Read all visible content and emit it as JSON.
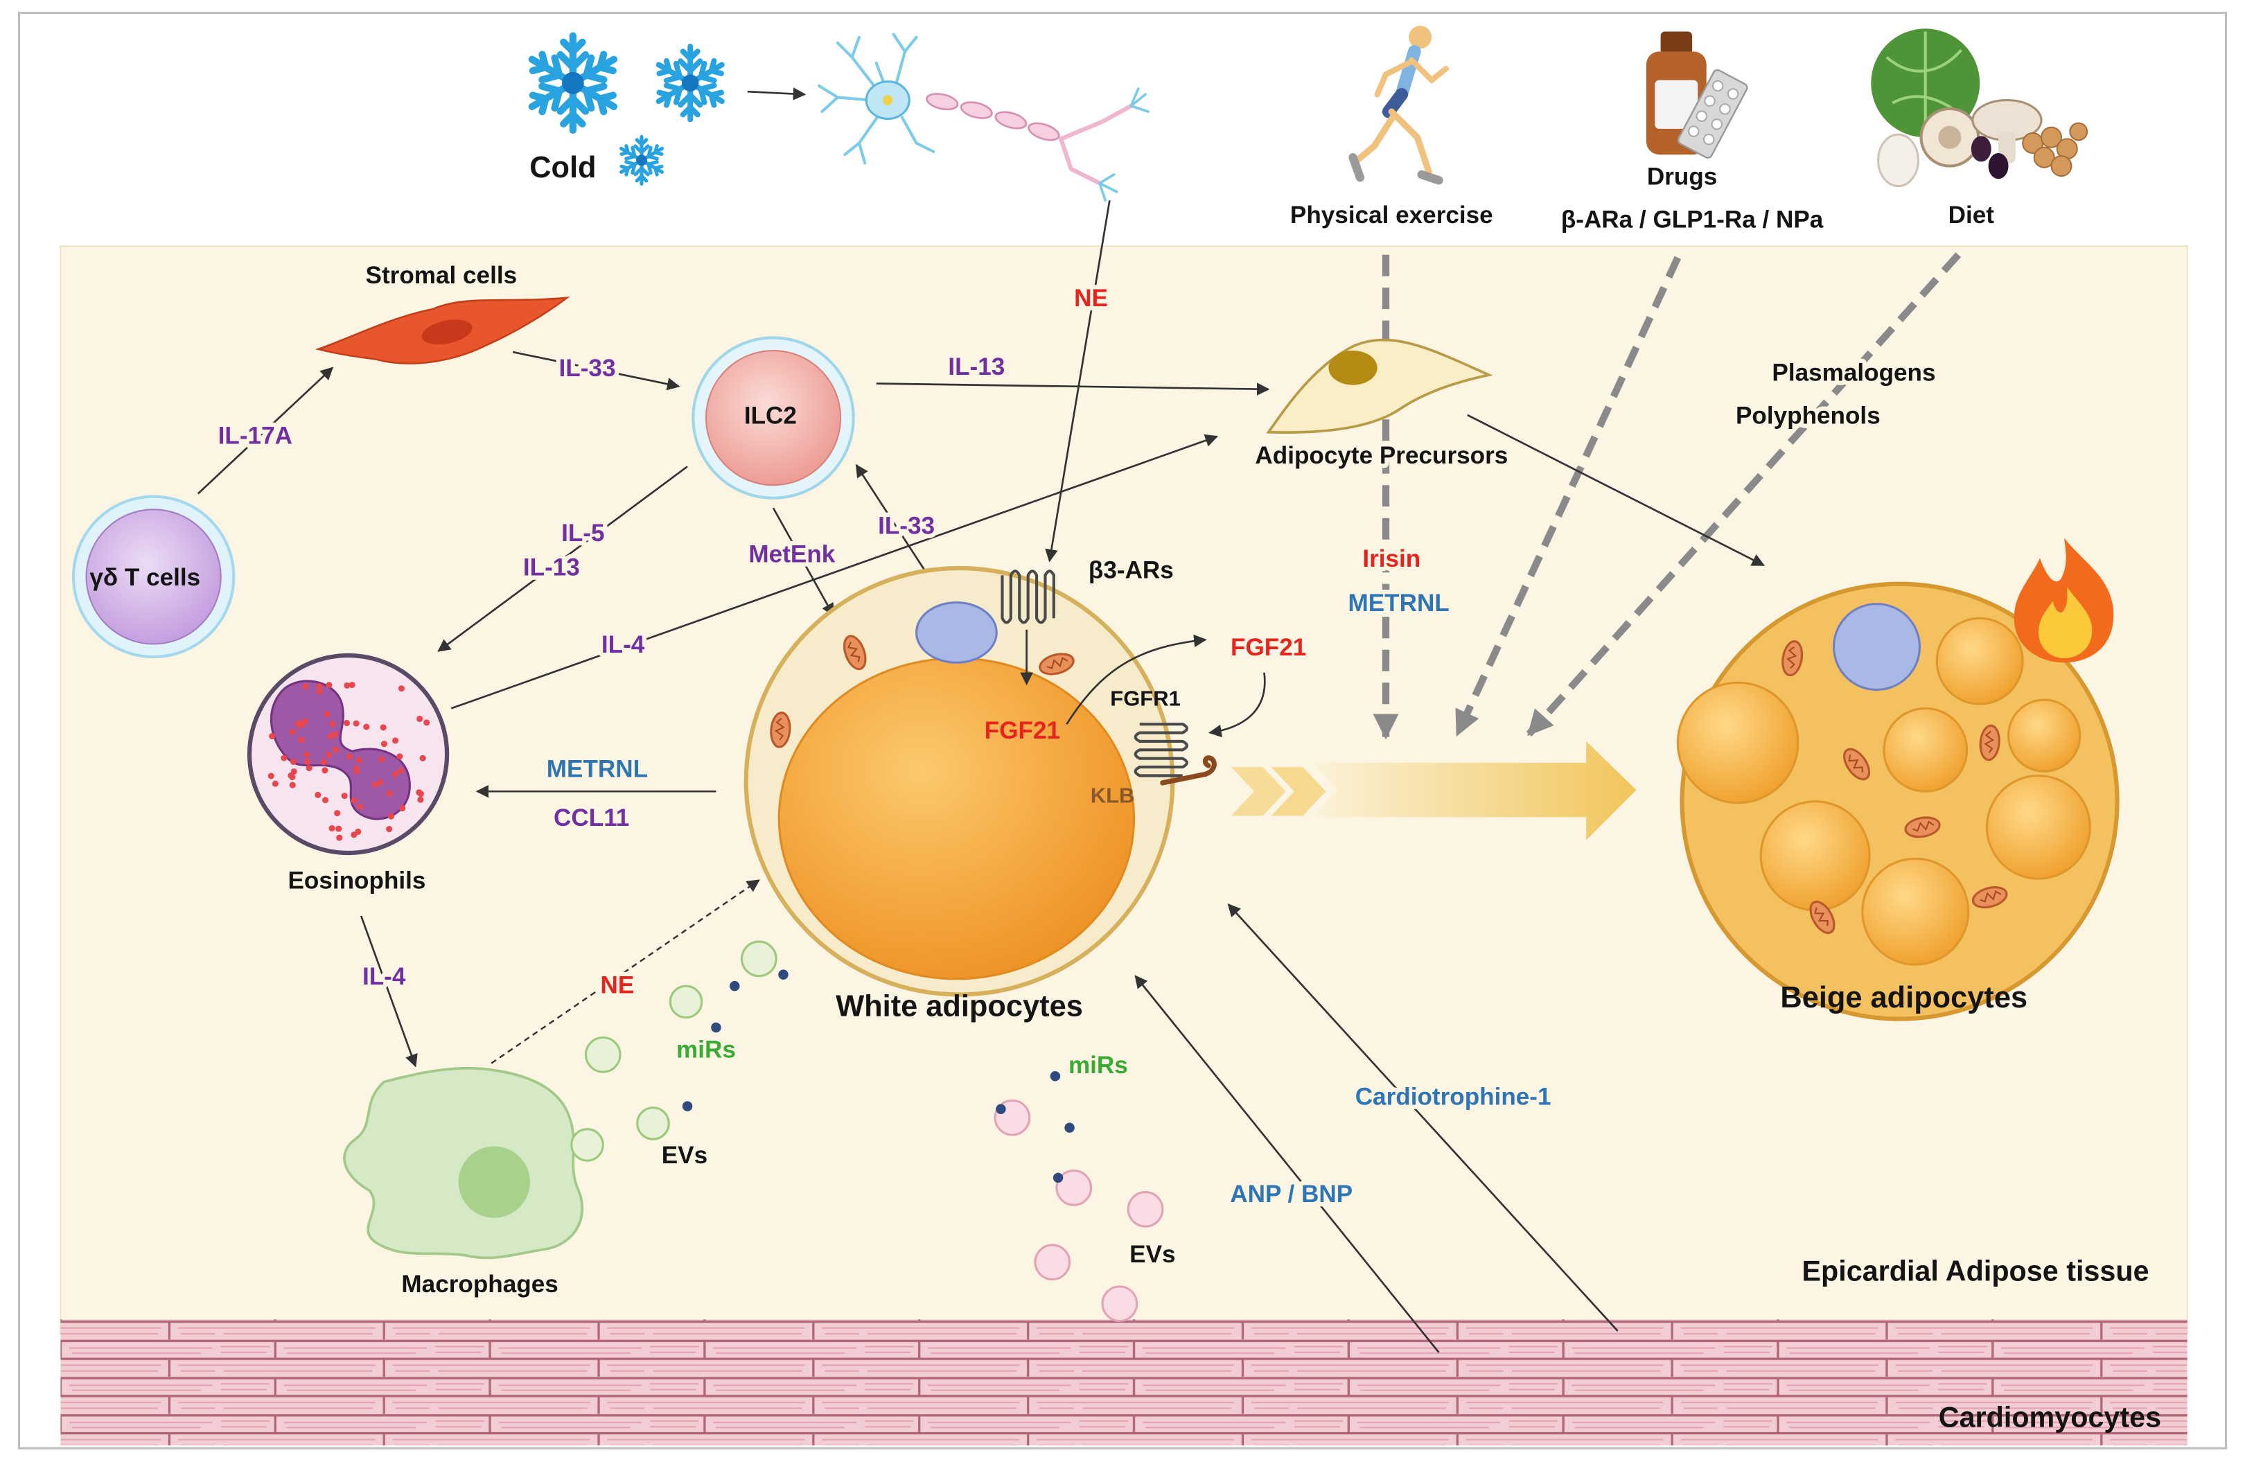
{
  "external_factors": {
    "cold": "Cold",
    "physical_exercise": "Physical exercise",
    "drugs": "Drugs",
    "drug_classes": "β-ARa / GLP1-Ra / NPa",
    "diet": "Diet",
    "diet_compounds": [
      "Plasmalogens",
      "Polyphenols"
    ]
  },
  "cells": {
    "stromal": "Stromal cells",
    "ilc2": "ILC2",
    "gd_t": "γδ T cells",
    "eosinophils": "Eosinophils",
    "macrophages": "Macrophages",
    "adipocyte_precursors": "Adipocyte Precursors",
    "white_adipocytes": "White adipocytes",
    "beige_adipocytes": "Beige adipocytes"
  },
  "mediators": {
    "il17a": "IL-17A",
    "il33_stromal": "IL-33",
    "il13_precursors": "IL-13",
    "il5": "IL-5",
    "il13_eosinophils": "IL-13",
    "metenk": "MetEnk",
    "il33_adipocyte": "IL-33",
    "il4_precursors": "IL-4",
    "il4_macrophages": "IL-4",
    "ne_neuron": "NE",
    "ne_macrophage": "NE",
    "irisin": "Irisin",
    "metrnl_exercise": "METRNL",
    "metrnl_eosinophils": "METRNL",
    "ccl11": "CCL11",
    "fgf21_intracellular": "FGF21",
    "fgf21_secreted": "FGF21",
    "cardiotrophine": "Cardiotrophine-1",
    "anp_bnp": "ANP / BNP"
  },
  "receptors": {
    "b3ar": "β3-ARs",
    "fgfr1": "FGFR1",
    "klb": "KLB"
  },
  "extracellular_vesicles": {
    "mirs_macrophage": "miRs",
    "evs_macrophage": "EVs",
    "mirs_cardiac": "miRs",
    "evs_cardiac": "EVs"
  },
  "tissues": {
    "epicardial_adipose": "Epicardial Adipose tissue",
    "cardiomyocytes": "Cardiomyocytes"
  },
  "icons": [
    "snowflake-icon",
    "neuron-icon",
    "runner-icon",
    "drug-bottle-icon",
    "blister-pack-icon",
    "diet-icon",
    "flame-icon"
  ],
  "colors": {
    "purple_label": "#7030a0",
    "red_label": "#e8231e",
    "blue_label": "#2e75b6",
    "green_label": "#3aaa35",
    "brown_label": "#8b5a2b",
    "adipose_background": "#fcf5e3",
    "cardiomyocyte_tissue": "#f3cdd4"
  }
}
